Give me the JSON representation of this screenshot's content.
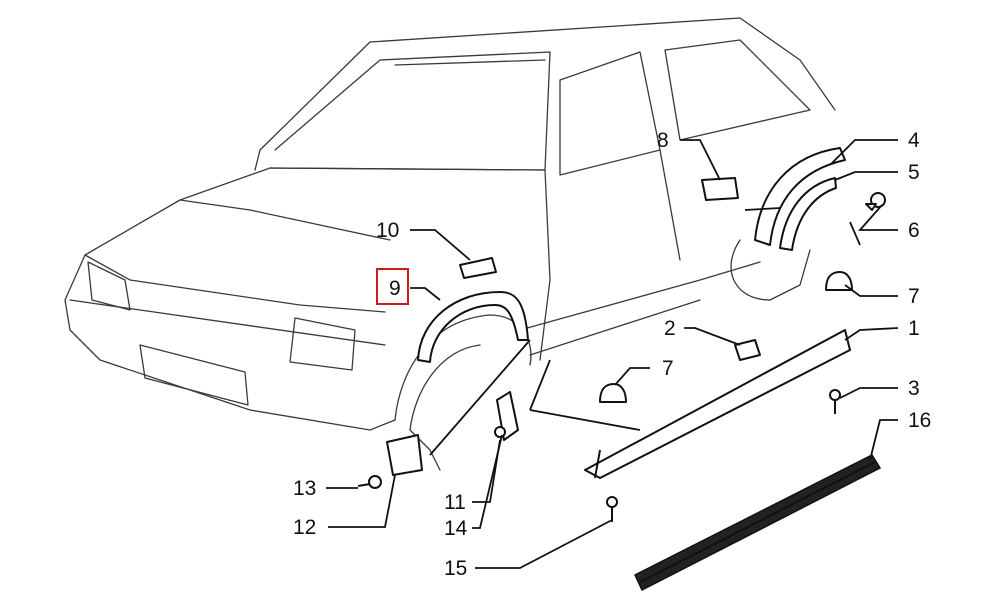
{
  "callouts": [
    {
      "id": "1",
      "text": "1"
    },
    {
      "id": "2",
      "text": "2"
    },
    {
      "id": "3",
      "text": "3"
    },
    {
      "id": "4",
      "text": "4"
    },
    {
      "id": "5",
      "text": "5"
    },
    {
      "id": "6",
      "text": "6"
    },
    {
      "id": "7a",
      "text": "7"
    },
    {
      "id": "7b",
      "text": "7"
    },
    {
      "id": "8",
      "text": "8"
    },
    {
      "id": "9",
      "text": "9"
    },
    {
      "id": "10",
      "text": "10"
    },
    {
      "id": "11",
      "text": "11"
    },
    {
      "id": "12",
      "text": "12"
    },
    {
      "id": "13",
      "text": "13"
    },
    {
      "id": "14",
      "text": "14"
    },
    {
      "id": "15",
      "text": "15"
    },
    {
      "id": "16",
      "text": "16"
    }
  ],
  "highlight": {
    "callout": "9",
    "color": "#d11a1a"
  }
}
